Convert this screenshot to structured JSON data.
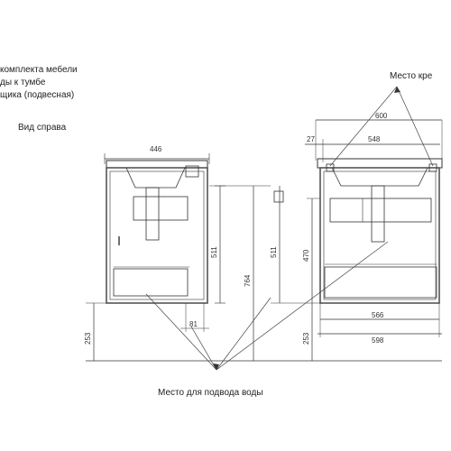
{
  "notes": {
    "line1": "комплекта мебели",
    "line2": "ды к тумбе",
    "line3": "щика (подвесная)"
  },
  "view_label": "Вид справа",
  "mount_label": "Место кре",
  "water_label": "Место для подвода воды",
  "dims": {
    "side_width": "446",
    "side_offset": "81",
    "side_body_height": "511",
    "total_height": "764",
    "floor_height_left": "253",
    "front_body_height": "511",
    "front_inner_height": "470",
    "floor_height_right": "253",
    "top_width": "600",
    "edge_offset": "27",
    "inner_top_width": "548",
    "inner_bottom_width": "566",
    "bottom_width": "598"
  }
}
